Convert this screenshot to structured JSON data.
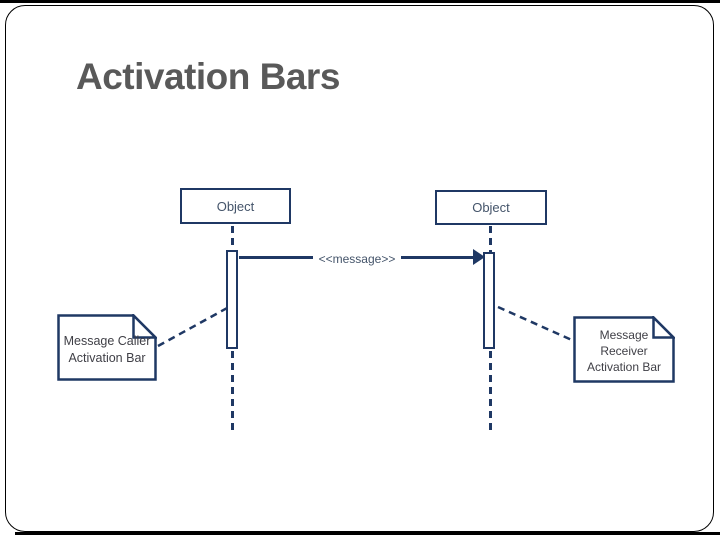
{
  "slide": {
    "title": "Activation Bars"
  },
  "colors": {
    "diagram_navy": "#1f3864",
    "title_gray": "#595959",
    "note_text": "#3f3f46",
    "object_text": "#44546a",
    "background": "#ffffff",
    "frame_black": "#000000"
  },
  "icons": {
    "message_arrowhead": "filled-right-triangle"
  },
  "diagram": {
    "objects": [
      {
        "label": "Object"
      },
      {
        "label": "Object"
      }
    ],
    "message": {
      "label": "<<message>>"
    },
    "notes": [
      {
        "lines": [
          "Message Caller",
          "Activation Bar"
        ]
      },
      {
        "lines": [
          "Message",
          "Receiver",
          "Activation Bar"
        ]
      }
    ]
  }
}
